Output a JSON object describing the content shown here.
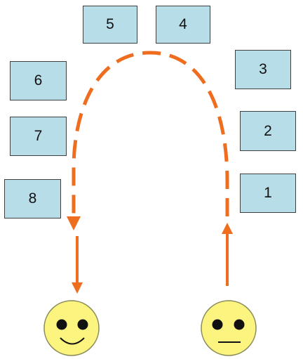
{
  "boxes": [
    {
      "label": "1"
    },
    {
      "label": "2"
    },
    {
      "label": "3"
    },
    {
      "label": "4"
    },
    {
      "label": "5"
    },
    {
      "label": "6"
    },
    {
      "label": "7"
    },
    {
      "label": "8"
    }
  ],
  "colors": {
    "box_fill": "#b7dde8",
    "box_border": "#3f3f3f",
    "arrow": "#ee6d1f",
    "face_fill": "#fbf47f",
    "face_outline": "#8a8a5a",
    "face_features": "#111111"
  },
  "faces": [
    {
      "name": "smiley-happy-icon",
      "expression": "smile"
    },
    {
      "name": "smiley-neutral-icon",
      "expression": "neutral"
    }
  ]
}
